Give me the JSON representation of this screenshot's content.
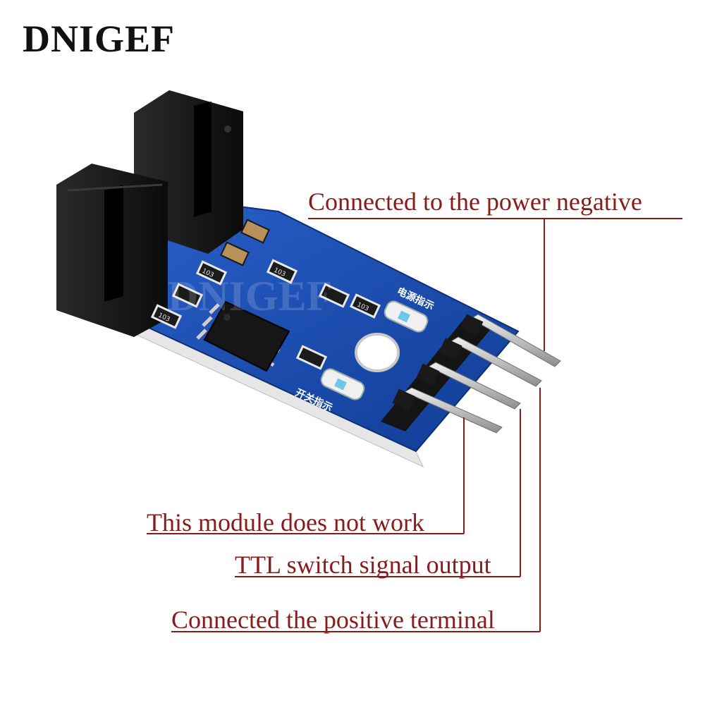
{
  "brand": "DNIGEF",
  "board_marks": {
    "watermark": "DNIGEF",
    "power_indicator_cn": "电源指示",
    "switch_indicator_cn": "开关指示",
    "resistor_code": "103"
  },
  "callouts": {
    "power_negative": "Connected to the power negative",
    "not_work": "This module does not work",
    "ttl_output": "TTL switch signal output",
    "positive_terminal": "Connected the positive terminal"
  },
  "colors": {
    "callout": "#8a1b1b",
    "pcb": "#1d4fb0",
    "sensor": "#151515",
    "pin": "#c9c9c9"
  }
}
